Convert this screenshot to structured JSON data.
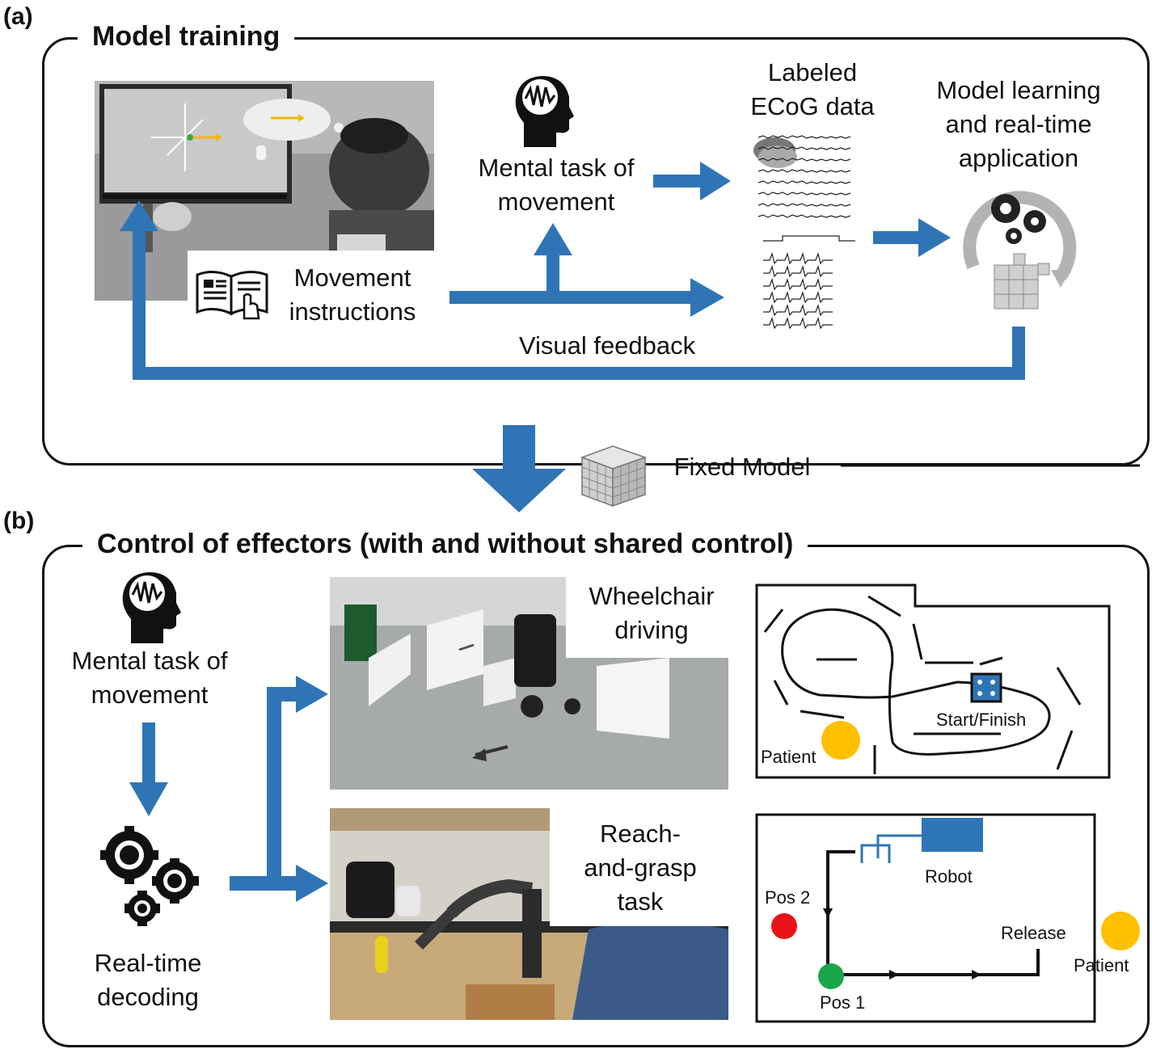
{
  "panel_a": {
    "letter": "(a)",
    "title": "Model training",
    "mental_task_line1": "Mental task of",
    "mental_task_line2": "movement",
    "labeled_line1": "Labeled",
    "labeled_line2": "ECoG data",
    "model_line1": "Model learning",
    "model_line2": "and real-time",
    "model_line3": "application",
    "instructions_line1": "Movement",
    "instructions_line2": "instructions",
    "visual_feedback": "Visual feedback"
  },
  "fixed_model": "Fixed Model",
  "panel_b": {
    "letter": "(b)",
    "title": "Control of effectors (with and without shared control)",
    "mental_task_line1": "Mental task of",
    "mental_task_line2": "movement",
    "decoding_line1": "Real-time",
    "decoding_line2": "decoding",
    "wheelchair_line1": "Wheelchair",
    "wheelchair_line2": "driving",
    "reach_line1": "Reach-",
    "reach_line2": "and-grasp",
    "reach_line3": "task",
    "map1": {
      "start_finish": "Start/Finish",
      "patient": "Patient"
    },
    "map2": {
      "robot": "Robot",
      "pos2": "Pos 2",
      "pos1": "Pos 1",
      "release": "Release",
      "patient": "Patient"
    }
  },
  "colors": {
    "arrow_blue": "#2f75b5",
    "robot_blue": "#2e75b6",
    "patient_yellow": "#ffc000",
    "pos2_red": "#e8141a",
    "pos1_green": "#1aa64a"
  },
  "icons": [
    "head-brain-icon",
    "book-hand-icon",
    "gears-icon",
    "cube-icon"
  ]
}
